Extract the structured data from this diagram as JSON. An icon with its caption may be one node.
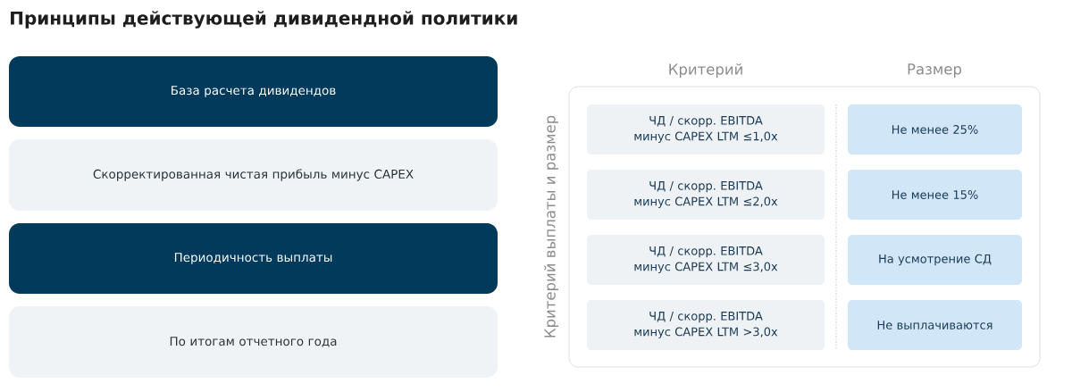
{
  "diagram": {
    "title": "Принципы действующей дивидендной политики",
    "nodes": [
      {
        "text": [
          "База расчета дивидендов"
        ]
      },
      {
        "text": [
          "Скорректированная чистая прибыль минус CAPEX"
        ]
      },
      {
        "text": [
          "Периодичность выплаты"
        ]
      },
      {
        "text": [
          "По итогам отчетного года"
        ]
      },
      {
        "text": [],
        "shape": "box"
      },
      {
        "text": [
          "ЧД / скорр. EBITDA минус CAPEX LTM ≤1,0x"
        ],
        "in": 4
      },
      {
        "text": [
          "Не менее 25%"
        ],
        "in": 4
      },
      {
        "text": [
          "ЧД / скорр. EBITDA минус CAPEX LTM ≤2,0x"
        ],
        "in": 4
      },
      {
        "text": [
          "Не менее 15%"
        ],
        "in": 4
      },
      {
        "text": [
          "ЧД / скорр. EBITDA минус CAPEX LTM ≤3,0x"
        ],
        "in": 4
      },
      {
        "text": [
          "На усмотрение СД"
        ],
        "in": 4
      },
      {
        "text": [
          "ЧД / скорр. EBITDA минус CAPEX LTM >3,0x"
        ],
        "in": 4
      },
      {
        "text": [
          "Не выплачиваются"
        ],
        "in": 4
      }
    ],
    "labels": [
      "Критерий",
      "Размер",
      "Критерий выплаты и размер"
    ]
  }
}
